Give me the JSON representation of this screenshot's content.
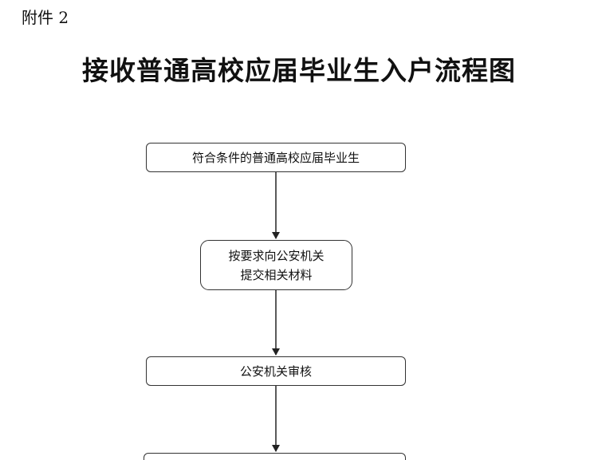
{
  "header": {
    "attachment_label": "附件 2"
  },
  "document": {
    "title": "接收普通高校应届毕业生入户流程图"
  },
  "flowchart": {
    "steps": [
      {
        "lines": [
          "符合条件的普通高校应届毕业生"
        ]
      },
      {
        "lines": [
          "按要求向公安机关",
          "提交相关材料"
        ]
      },
      {
        "lines": [
          "公安机关审核"
        ]
      },
      {
        "lines": [
          ""
        ]
      }
    ],
    "colors": {
      "border": "#333333",
      "arrow": "#222222",
      "text": "#111111"
    }
  }
}
